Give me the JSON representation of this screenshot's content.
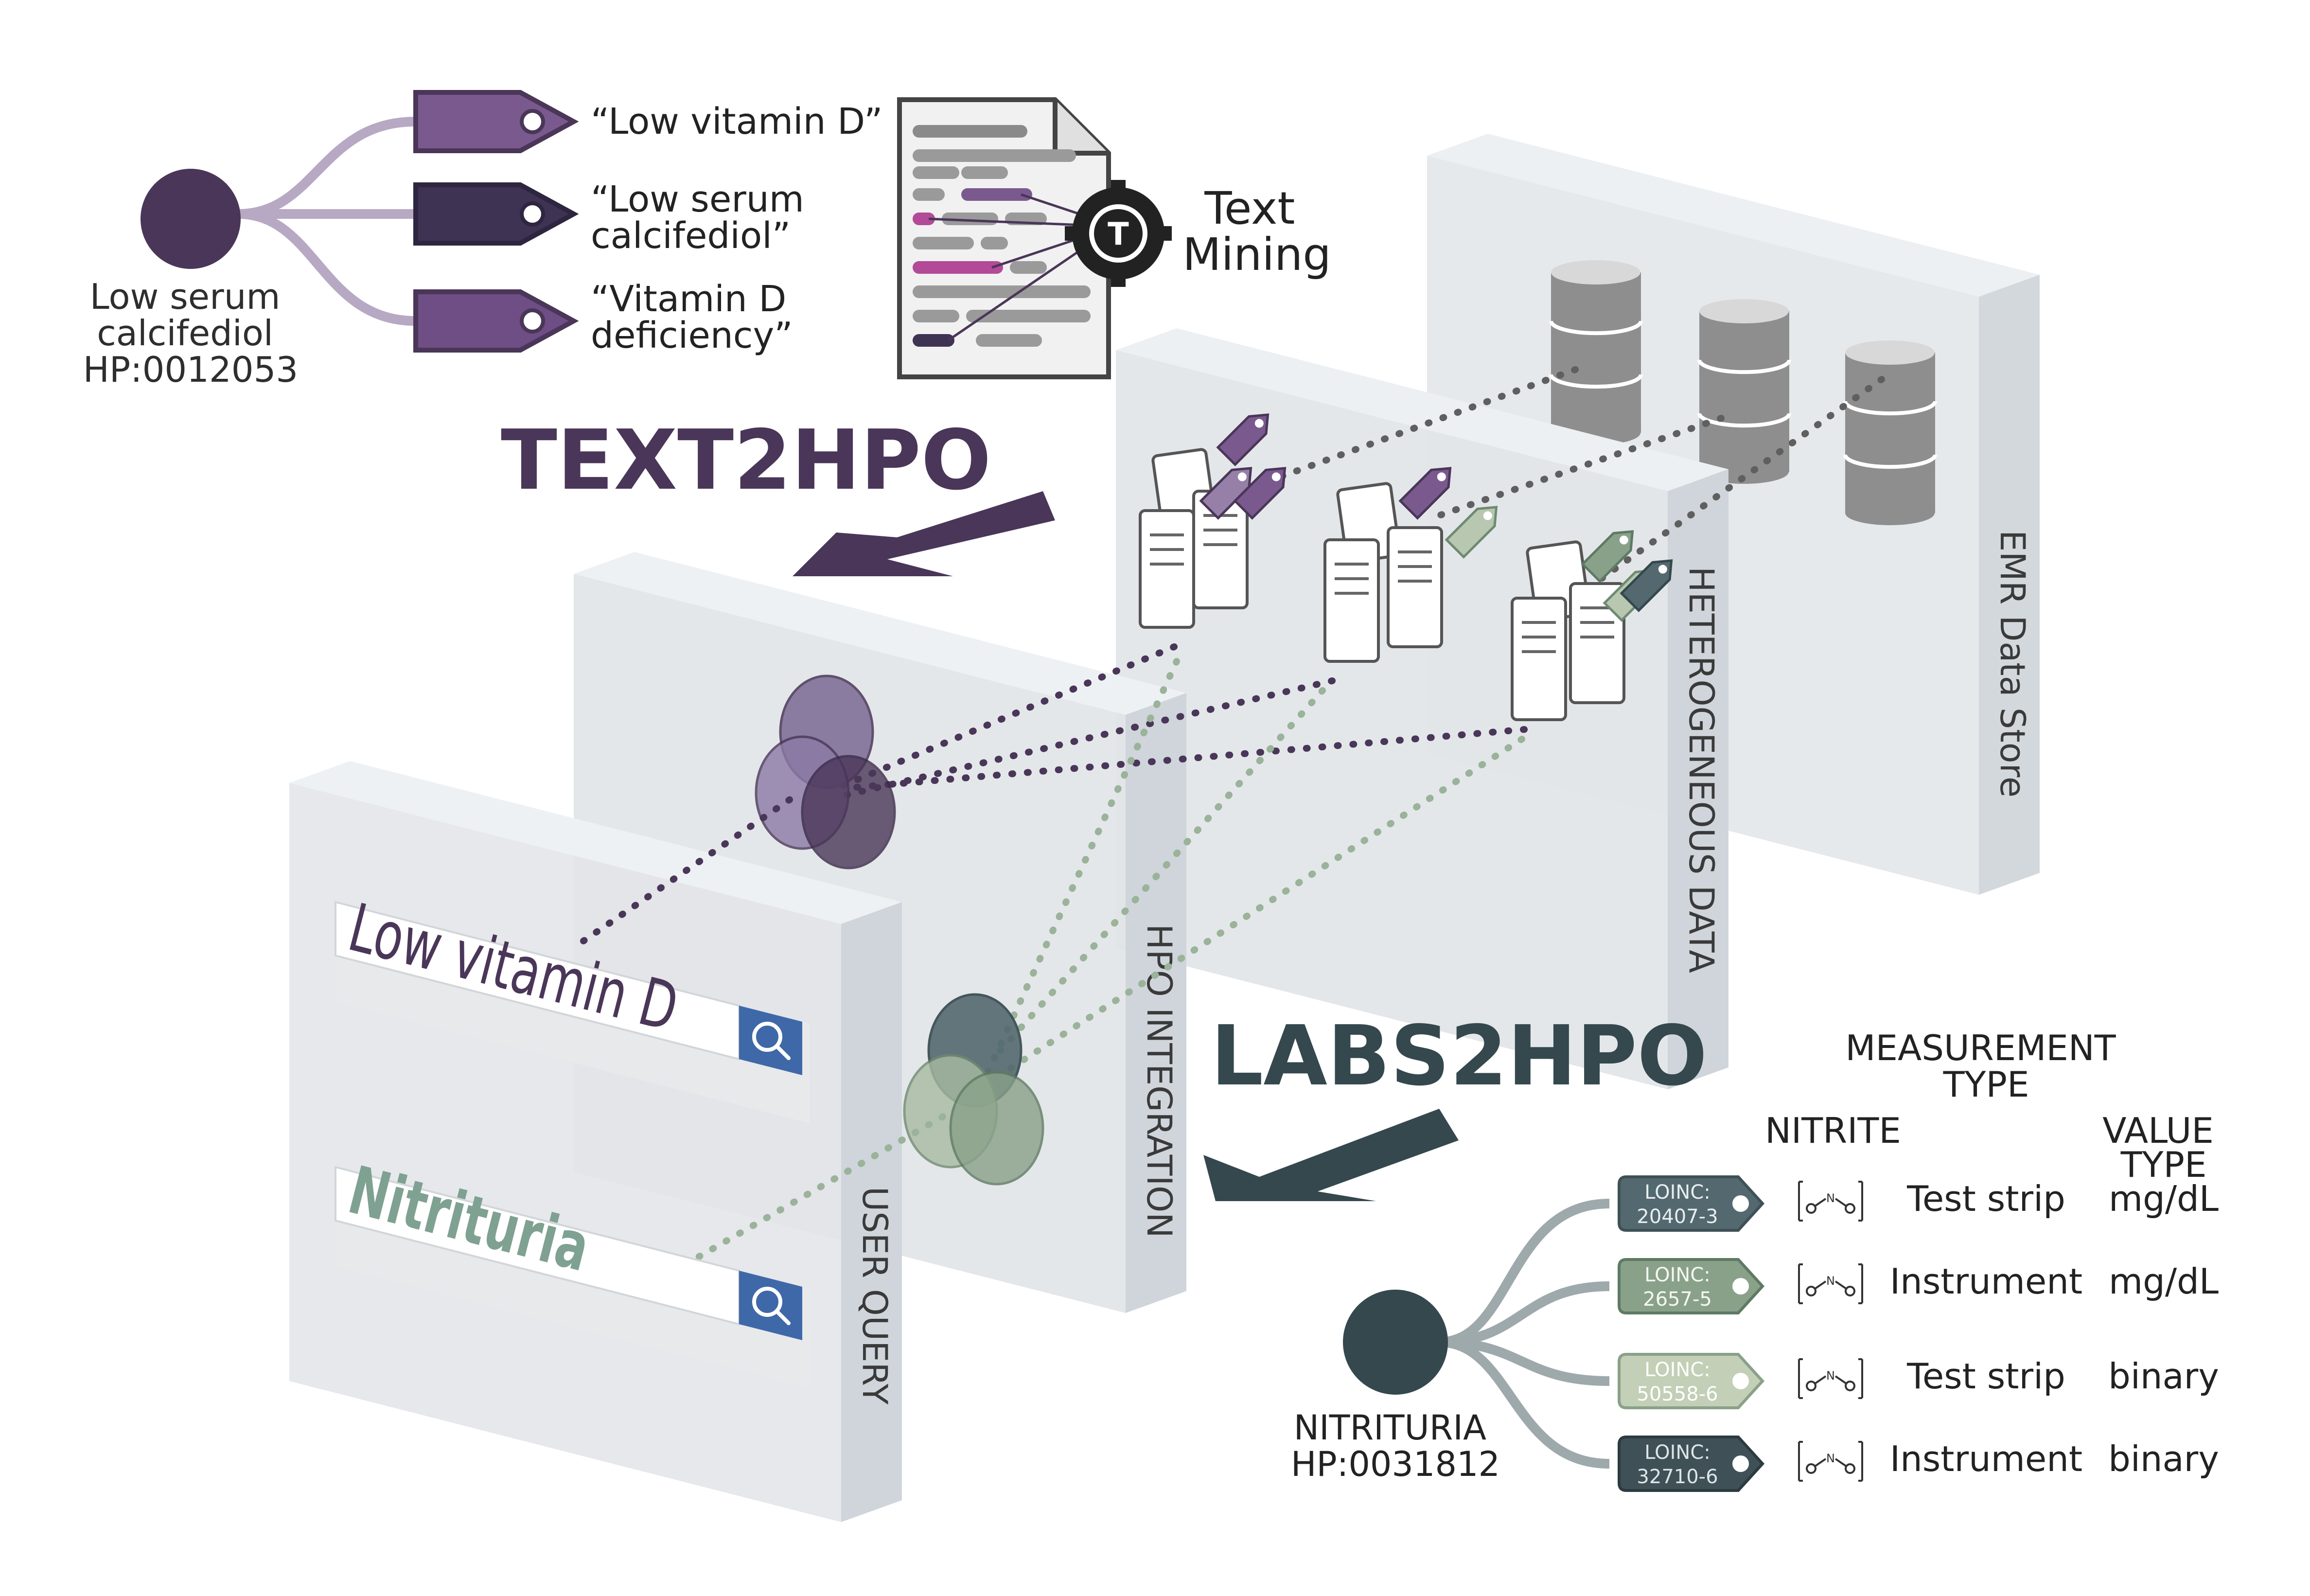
{
  "title_text2hpo": "TEXT2HPO",
  "title_labs2hpo": "LABS2HPO",
  "text_mining": {
    "line1": "Text",
    "line2": "Mining",
    "icon_letter": "T"
  },
  "vitd_node": {
    "line1": "Low serum",
    "line2": "calcifediol",
    "id": "HP:0012053",
    "synonyms": [
      {
        "line1": "“Low vitamin D”",
        "line2": ""
      },
      {
        "line1": "“Low serum",
        "line2": "calcifediol”"
      },
      {
        "line1": "“Vitamin D",
        "line2": "deficiency”"
      }
    ]
  },
  "layers": {
    "user_query": "USER QUERY",
    "hpo_integration": "HPO INTEGRATION",
    "heterogeneous_data": "HETEROGENEOUS DATA",
    "emr_data_store": "EMR Data Store"
  },
  "search_queries": [
    {
      "text": "Low vitamin D",
      "color": "#4a3658"
    },
    {
      "text": "Nitrituria",
      "color": "#7fa192"
    }
  ],
  "nitrituria": {
    "name": "NITRITURIA",
    "id": "HP:0031812",
    "header_measurement": [
      "MEASUREMENT",
      "TYPE"
    ],
    "header_nitrite": "NITRITE",
    "header_value": [
      "VALUE",
      "TYPE"
    ],
    "rows": [
      {
        "code_label": "LOINC:",
        "code": "20407-3",
        "measurement": "Test strip",
        "value_type": "mg/dL",
        "color": "#53696f"
      },
      {
        "code_label": "LOINC:",
        "code": "2657-5",
        "measurement": "Instrument",
        "value_type": "mg/dL",
        "color": "#8aa189"
      },
      {
        "code_label": "LOINC:",
        "code": "50558-6",
        "measurement": "Test strip",
        "value_type": "binary",
        "color": "#aab89d"
      },
      {
        "code_label": "LOINC:",
        "code": "32710-6",
        "measurement": "Instrument",
        "value_type": "binary",
        "color": "#3f5157"
      }
    ]
  },
  "colors": {
    "purple_dark": "#4a3658",
    "purple_mid": "#7a5a8e",
    "slate_dark": "#34484e",
    "green_mid": "#8aa189",
    "panel_face": "#e4e7e9",
    "panel_side": "#cdd3d8"
  }
}
